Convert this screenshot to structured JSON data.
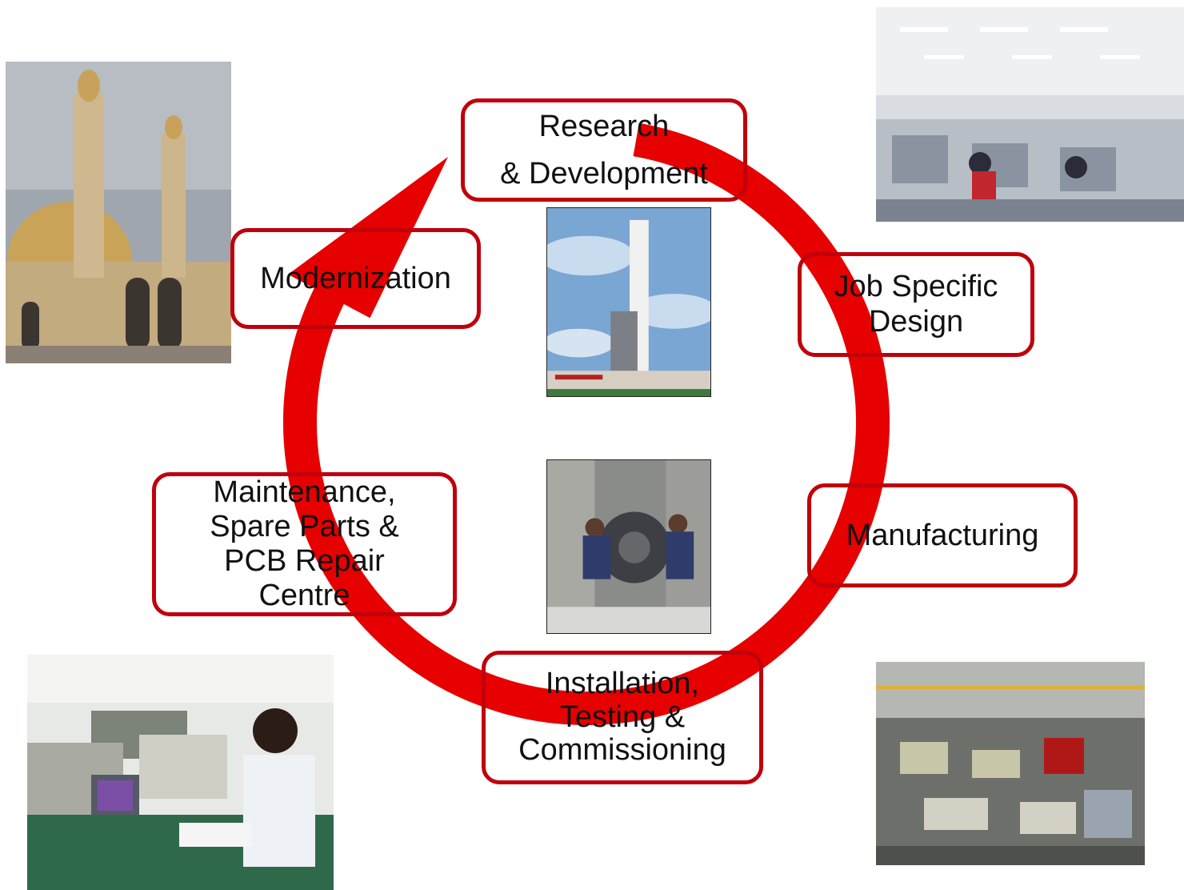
{
  "stages": {
    "research": "Research\n& Development",
    "job_design": "Job Specific\nDesign",
    "manufacturing": "Manufacturing",
    "installation": "Installation,\nTesting &\nCommissioning",
    "maintenance": "Maintenance,\nSpare Parts &\nPCB Repair\nCentre",
    "modernization": "Modernization"
  },
  "colors": {
    "cycle_arrow": "#e60000",
    "stage_border": "#c0000b"
  },
  "photos": [
    "mosque-photo",
    "design-office-photo",
    "test-tower-photo",
    "machine-room-photo",
    "factory-floor-photo",
    "pcb-repair-photo"
  ]
}
